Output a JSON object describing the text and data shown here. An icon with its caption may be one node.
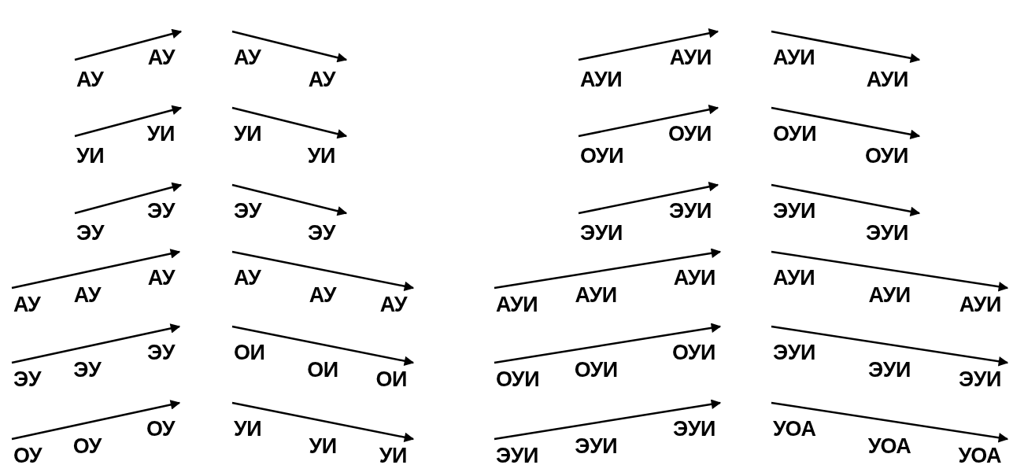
{
  "diagram": {
    "labels": [
      "АУ",
      "АУ",
      "АУ",
      "АУ",
      "АУИ",
      "АУИ",
      "АУИ",
      "АУИ",
      "УИ",
      "УИ",
      "УИ",
      "УИ",
      "ОУИ",
      "ОУИ",
      "ОУИ",
      "ОУИ",
      "ЭУ",
      "ЭУ",
      "ЭУ",
      "ЭУ",
      "ЭУИ",
      "ЭУИ",
      "ЭУИ",
      "ЭУИ",
      "АУ",
      "АУ",
      "АУ",
      "АУ",
      "АУ",
      "АУ",
      "АУИ",
      "АУИ",
      "АУИ",
      "АУИ",
      "АУИ",
      "АУИ",
      "ЭУ",
      "ЭУ",
      "ЭУ",
      "ОИ",
      "ОИ",
      "ОИ",
      "ОУИ",
      "ОУИ",
      "ОУИ",
      "ЭУИ",
      "ЭУИ",
      "ЭУИ",
      "ОУ",
      "ОУ",
      "ОУ",
      "УИ",
      "УИ",
      "УИ",
      "ЭУИ",
      "ЭУИ",
      "ЭУИ",
      "УОА",
      "УОА",
      "УОА"
    ]
  }
}
